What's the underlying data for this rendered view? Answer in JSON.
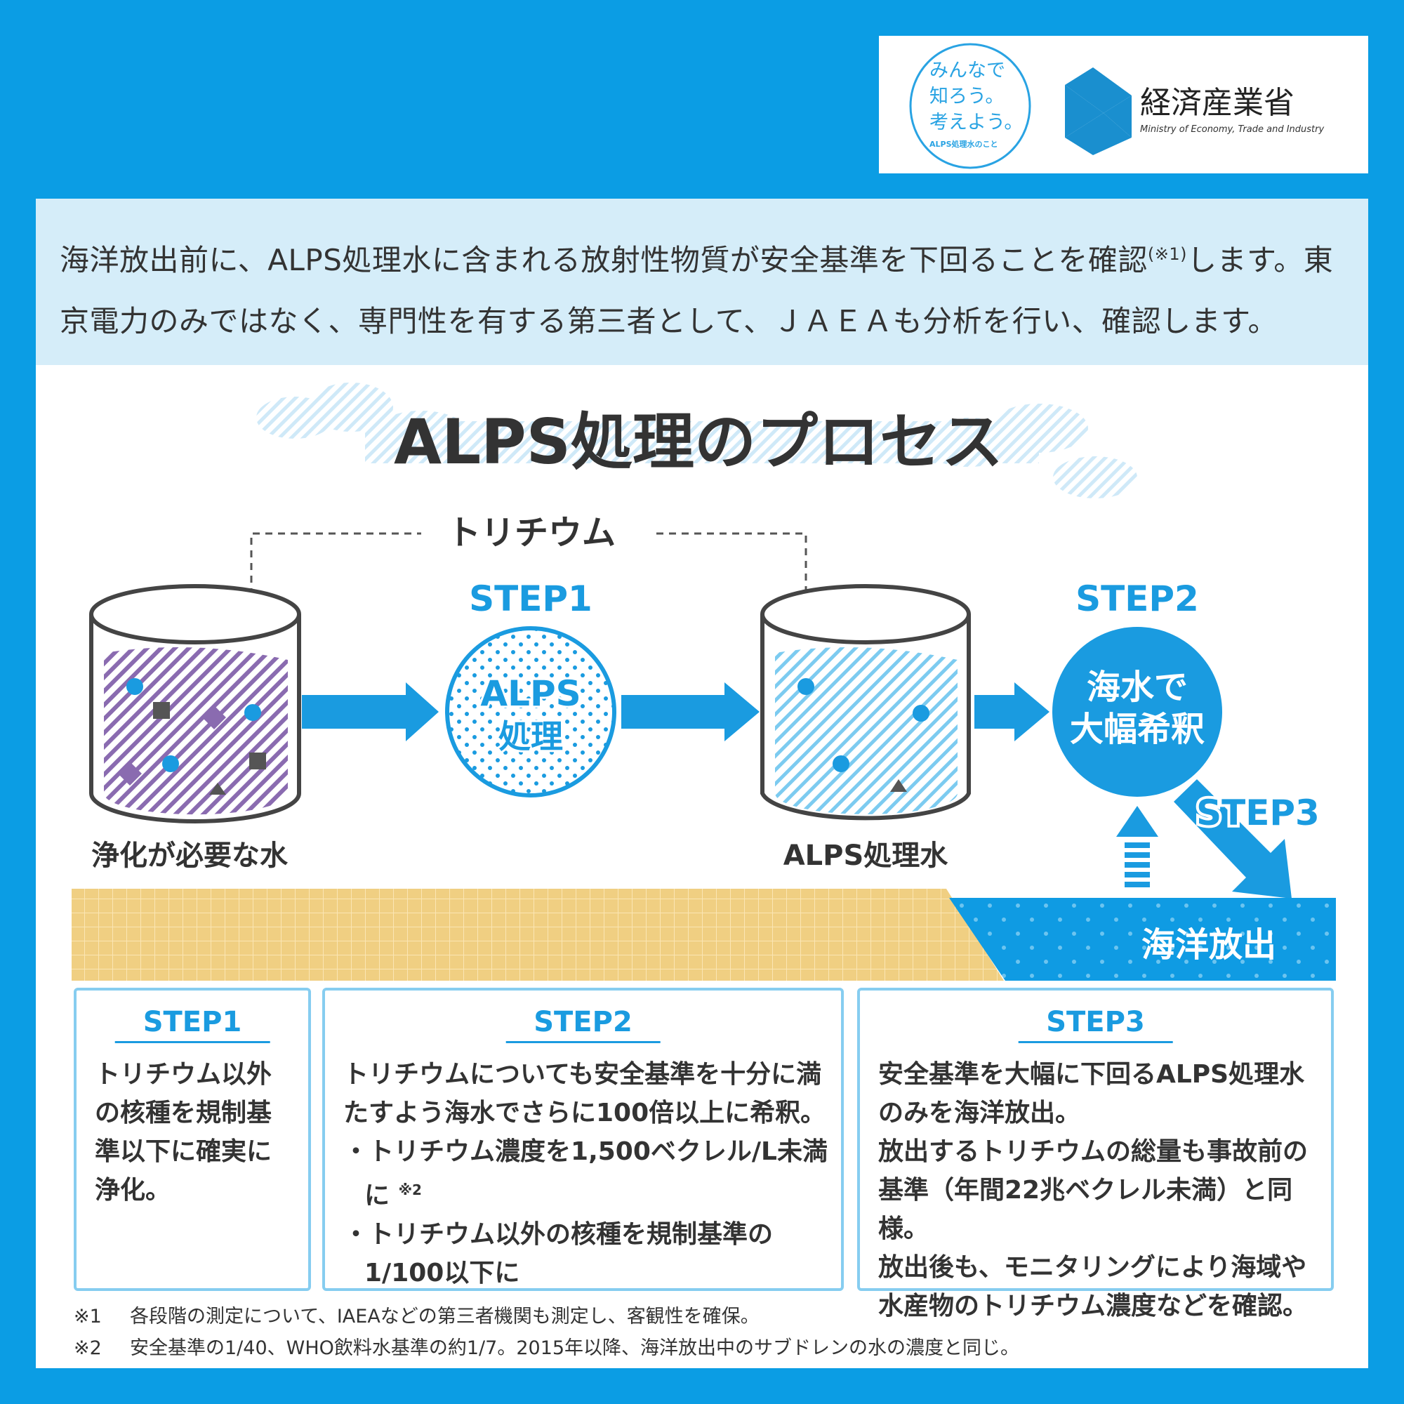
{
  "logos": {
    "campaign_text": [
      "みんなで",
      "知ろう。",
      "考えよう。",
      "ALPS処理水のこと"
    ],
    "ministry_name_ja": "経済産業省",
    "ministry_name_en": "Ministry of Economy, Trade and Industry"
  },
  "intro": {
    "text_before": "海洋放出前に、ALPS処理水に含まれる放射性物質が安全基準を下回ることを確認",
    "note_ref": "(※1)",
    "text_after": "します。東京電力のみではなく、専門性を有する第三者として、ＪＡＥＡも分析を行い、確認します。"
  },
  "diagram": {
    "title": "ALPS処理のプロセス",
    "tritium_label": "トリチウム",
    "step1_label": "STEP1",
    "step1_circle": [
      "ALPS",
      "処理"
    ],
    "step2_label": "STEP2",
    "step2_circle": [
      "海水で",
      "大幅希釈"
    ],
    "step3_label": "STEP3",
    "tank1_label": "浄化が必要な水",
    "tank2_label": "ALPS処理水",
    "ocean_label": "海洋放出",
    "colors": {
      "accent": "#1a9be0",
      "background": "#0b9de4",
      "sand": "#f0cf82",
      "purple": "#8a6bb0"
    }
  },
  "steps": [
    {
      "title": "STEP1",
      "lines": [
        "トリチウム以外の核種を規制基準以下に確実に浄化。"
      ]
    },
    {
      "title": "STEP2",
      "lines": [
        "トリチウムについても安全基準を十分に満たすよう海水でさらに100倍以上に希釈。"
      ],
      "bullets": [
        "トリチウム濃度を1,500ベクレル/L未満に",
        "トリチウム以外の核種を規制基準の1/100以下に"
      ],
      "bullet_note": "※2"
    },
    {
      "title": "STEP3",
      "lines": [
        "安全基準を大幅に下回るALPS処理水のみを海洋放出。",
        "放出するトリチウムの総量も事故前の基準（年間22兆ベクレル未満）と同様。",
        "放出後も、モニタリングにより海域や水産物のトリチウム濃度などを確認。"
      ]
    }
  ],
  "footnotes": [
    {
      "mark": "※1",
      "text": "各段階の測定について、IAEAなどの第三者機関も測定し、客観性を確保。"
    },
    {
      "mark": "※2",
      "text": "安全基準の1/40、WHO飲料水基準の約1/7。2015年以降、海洋放出中のサブドレンの水の濃度と同じ。"
    }
  ]
}
